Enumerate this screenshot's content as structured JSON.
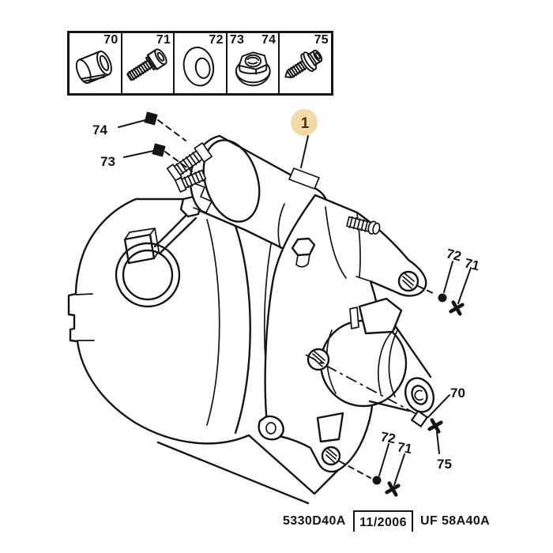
{
  "legend": {
    "cells": [
      {
        "labels": [
          "70"
        ],
        "icon": "spacer-sleeve-icon"
      },
      {
        "labels": [
          "71"
        ],
        "icon": "socket-head-bolt-icon"
      },
      {
        "labels": [
          "72"
        ],
        "icon": "washer-icon"
      },
      {
        "labels": [
          "73",
          "74"
        ],
        "icon": "flange-nut-icon"
      },
      {
        "labels": [
          "75"
        ],
        "icon": "screw-with-washer-icon"
      }
    ]
  },
  "diagram": {
    "highlight_callout": {
      "label": "1"
    },
    "callouts": {
      "left": [
        {
          "label": "74"
        },
        {
          "label": "73"
        }
      ],
      "right_upper": [
        {
          "label": "72"
        },
        {
          "label": "71"
        }
      ],
      "right_mid": [
        {
          "label": "70"
        },
        {
          "label": "75"
        }
      ],
      "bottom": [
        {
          "label": "72"
        },
        {
          "label": "71"
        }
      ]
    }
  },
  "footer": {
    "drawing_number": "5330D40A",
    "date": "11/2006",
    "reference": "UF 58A40A"
  },
  "colors": {
    "highlight": "#F5D9A2",
    "highlight_text": "#3f3417",
    "line": "#141414",
    "background": "#ffffff"
  }
}
